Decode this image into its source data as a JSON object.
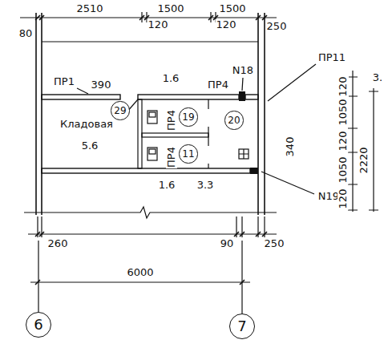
{
  "diagram": {
    "nodes": [
      {
        "text": [
          "29"
        ]
      },
      {
        "text": [
          "19"
        ]
      },
      {
        "text": [
          "20"
        ]
      },
      {
        "text": [
          "11"
        ]
      },
      {
        "text": [
          "6"
        ]
      },
      {
        "text": [
          "7"
        ]
      }
    ],
    "labels": [
      "80",
      "2510",
      "1500",
      "1500",
      "120",
      "120",
      "250",
      "390",
      "1.6",
      "ПР1",
      "ПР4",
      "N18",
      "ПР11",
      "Кладовая",
      "5.6",
      "ПР4",
      "ПР4",
      "1.6",
      "3.3",
      "340",
      "N19",
      "120",
      "1050",
      "120",
      "1050",
      "120",
      "2220",
      "3.",
      "260",
      "90",
      "250",
      "6000"
    ]
  }
}
